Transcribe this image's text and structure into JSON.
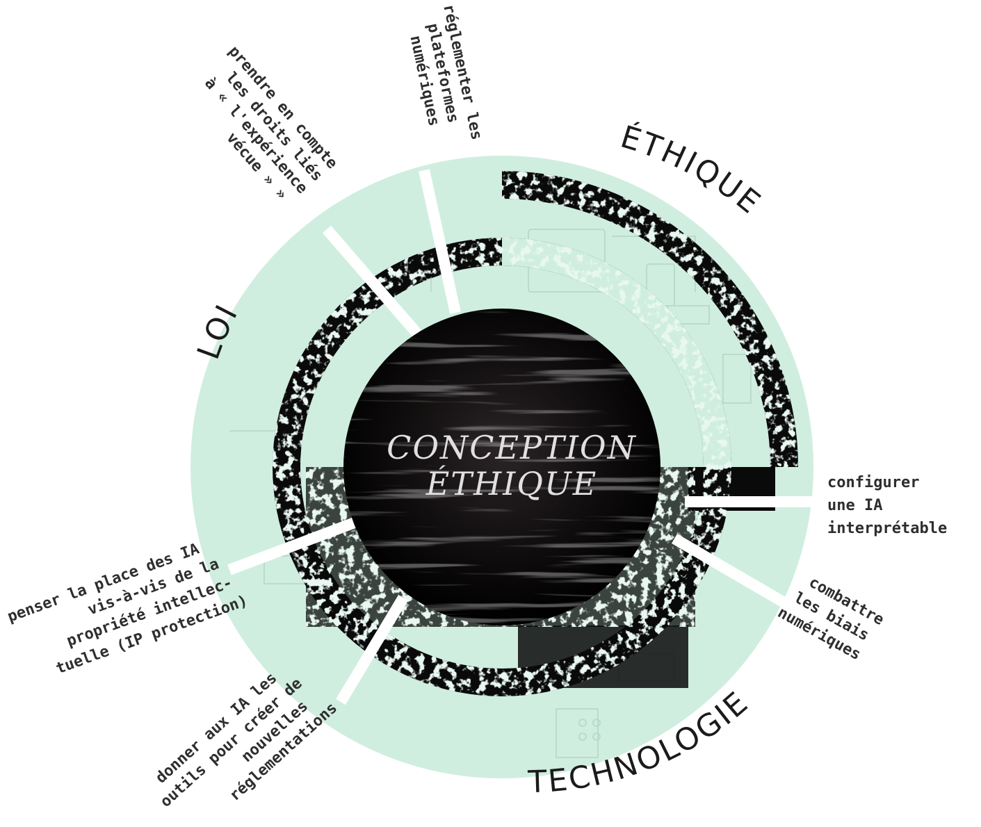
{
  "center": {
    "line1": "CONCEPTION",
    "line2": "ÉTHIQUE"
  },
  "sectors": {
    "loi": "LOI",
    "ethique": "ÉTHIQUE",
    "technologie": "TECHNOLOGIE"
  },
  "labels": {
    "plateformes": [
      "réglementer les",
      "plateformes",
      "numériques"
    ],
    "experience": [
      "prendre en compte",
      "les droits liés",
      "à « l'expérience",
      "vécue » »"
    ],
    "ia_interpretable": [
      "configurer",
      "une IA",
      "interprétable"
    ],
    "biais": [
      "combattre",
      "les biais",
      "numériques"
    ],
    "propriete": [
      "penser la place des IA",
      "vis-à-vis de la",
      "propriété intellec-",
      "tuelle (IP protection)"
    ],
    "outils": [
      "donner aux IA les",
      "outils pour créer de",
      "nouvelles",
      "réglementations"
    ]
  },
  "colors": {
    "mint": "#cfeee0",
    "ink": "#0a0a0a",
    "label_text": "#2e2e2e",
    "center_text": "#e0e0e0"
  }
}
